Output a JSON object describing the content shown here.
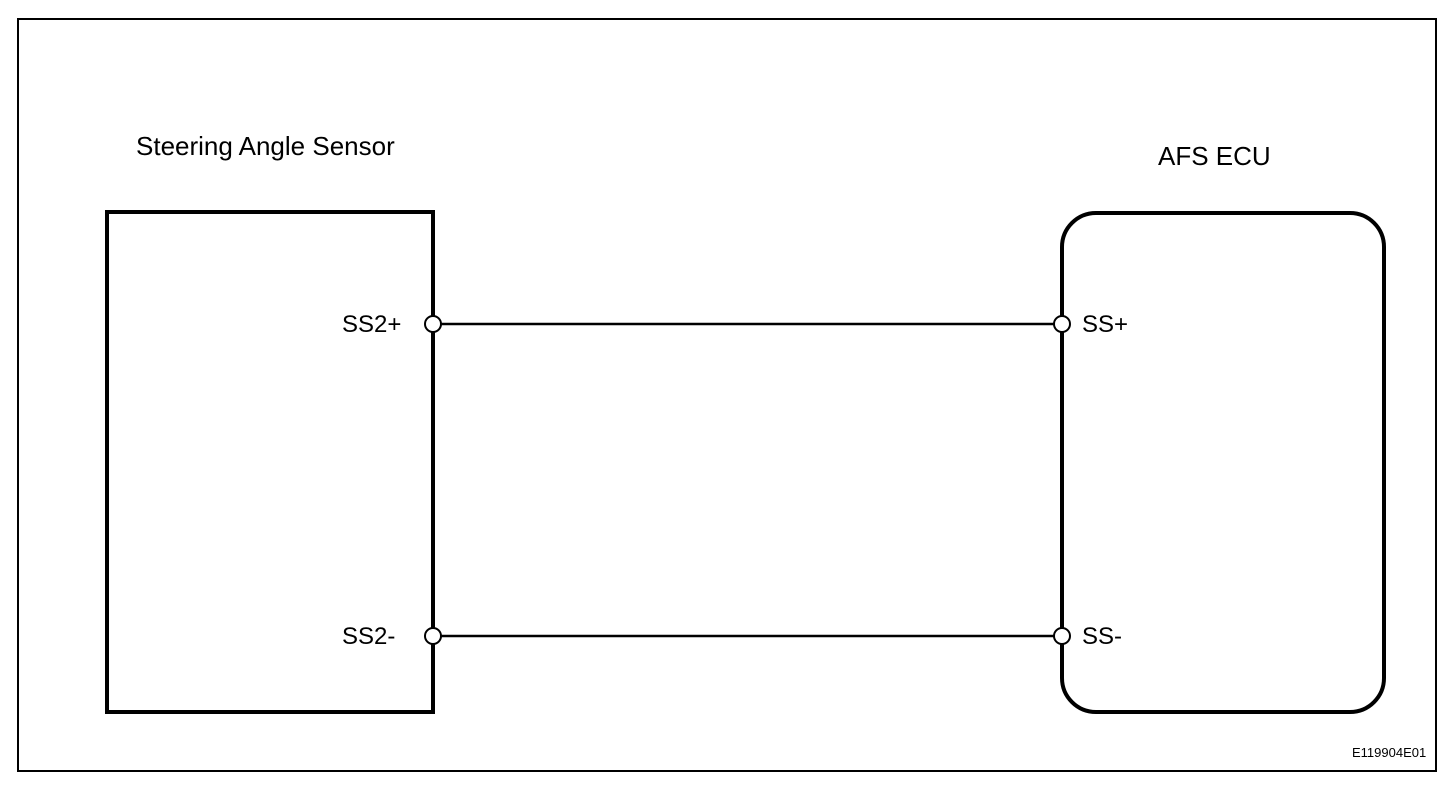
{
  "sensor": {
    "title": "Steering Angle Sensor",
    "pins": [
      "SS2+",
      "SS2-"
    ]
  },
  "ecu": {
    "title": "AFS ECU",
    "pins": [
      "SS+",
      "SS-"
    ]
  },
  "figure_id": "E119904E01",
  "colors": {
    "line": "#000000",
    "background": "#ffffff"
  }
}
